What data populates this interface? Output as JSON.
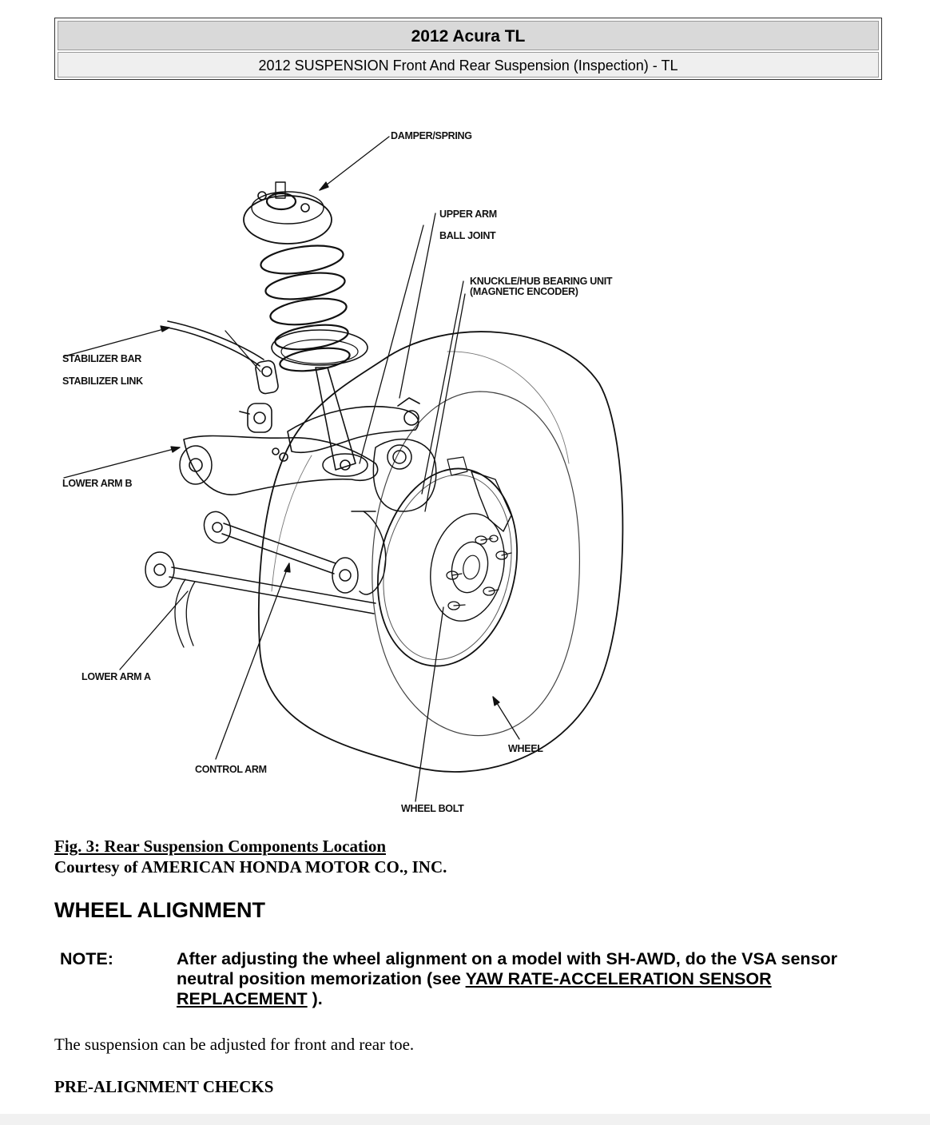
{
  "header": {
    "title": "2012 Acura TL",
    "subtitle": "2012 SUSPENSION Front And Rear Suspension (Inspection) - TL"
  },
  "figure": {
    "callouts": {
      "damper_spring": "DAMPER/SPRING",
      "upper_arm": "UPPER ARM",
      "ball_joint": "BALL JOINT",
      "knuckle_line1": "KNUCKLE/HUB BEARING UNIT",
      "knuckle_line2": "(MAGNETIC ENCODER)",
      "stabilizer_bar": "STABILIZER BAR",
      "stabilizer_link": "STABILIZER LINK",
      "lower_arm_b": "LOWER ARM B",
      "lower_arm_a": "LOWER ARM A",
      "control_arm": "CONTROL ARM",
      "wheel": "WHEEL",
      "wheel_bolt": "WHEEL BOLT"
    },
    "caption": "Fig. 3: Rear Suspension Components Location",
    "courtesy": "Courtesy of AMERICAN HONDA MOTOR CO., INC."
  },
  "section": {
    "heading": "WHEEL ALIGNMENT",
    "note_label": "NOTE:",
    "note_text_before": "After adjusting the wheel alignment on a model with SH-AWD, do the VSA sensor neutral position memorization (see ",
    "note_link": "YAW RATE-ACCELERATION SENSOR REPLACEMENT",
    "note_text_after": " ).",
    "paragraph": "The suspension can be adjusted for front and rear toe.",
    "subheading": "PRE-ALIGNMENT CHECKS"
  }
}
